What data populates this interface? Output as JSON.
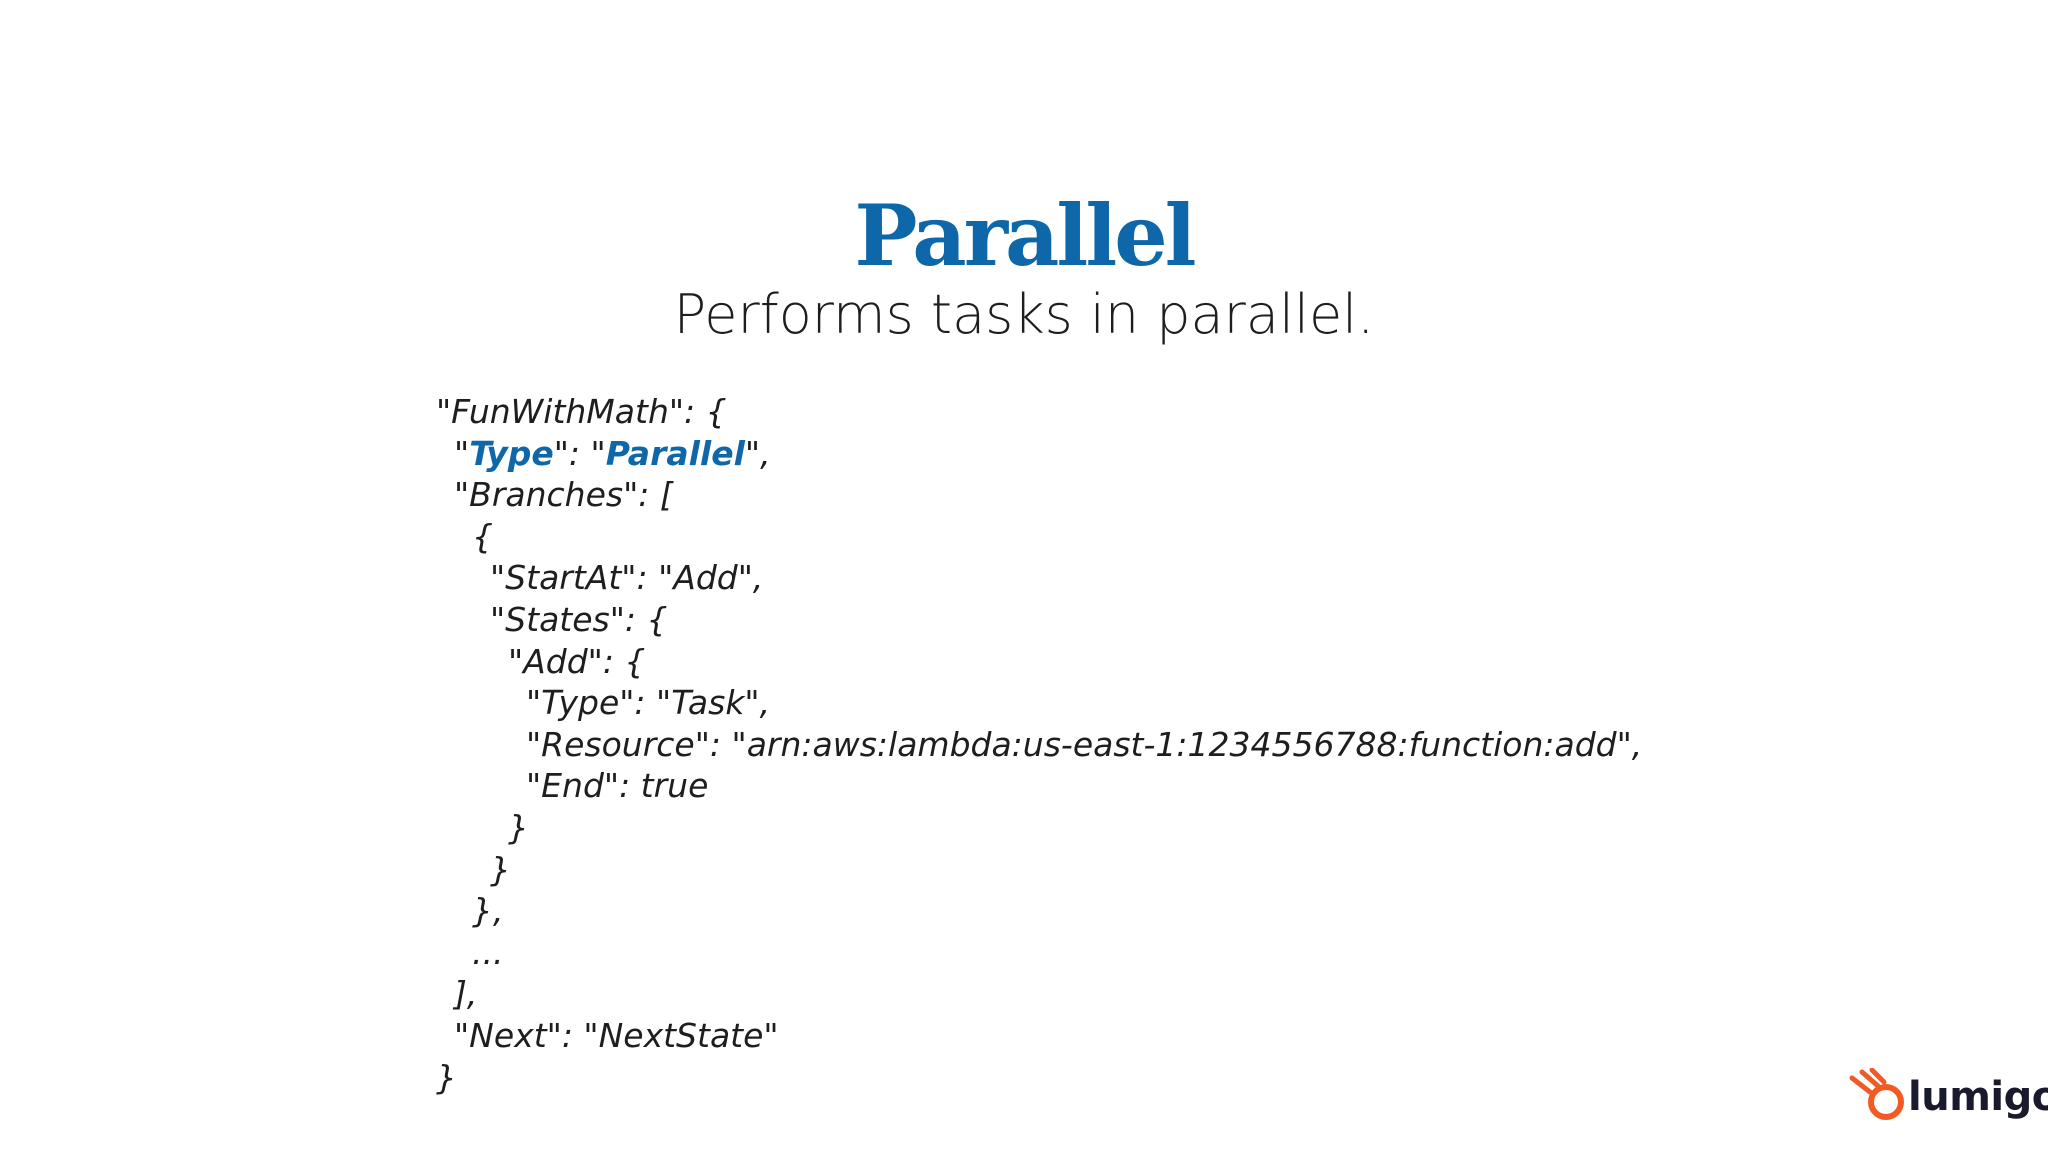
{
  "slide": {
    "title": "Parallel",
    "subtitle": "Performs tasks in parallel."
  },
  "code": {
    "lines": [
      "\"FunWithMath\": {",
      "\"",
      "Type",
      "\": \"",
      "Parallel",
      "\",",
      "\"Branches\": [",
      "{",
      "\"StartAt\": \"Add\",",
      "\"States\": {",
      "\"Add\": {",
      "\"Type\": \"Task\",",
      "\"Resource\": \"arn:aws:lambda:us-east-1:1234556788:function:add\",",
      "\"End\": true",
      "}",
      "}",
      "},",
      "...",
      "],",
      "\"Next\": \"NextState\"",
      "}"
    ]
  },
  "brand": {
    "logo_text": "lumigo",
    "logo_icon": "lumigo-logo-icon",
    "logo_color": "#f15a24",
    "accent_color": "#0e67a8"
  }
}
